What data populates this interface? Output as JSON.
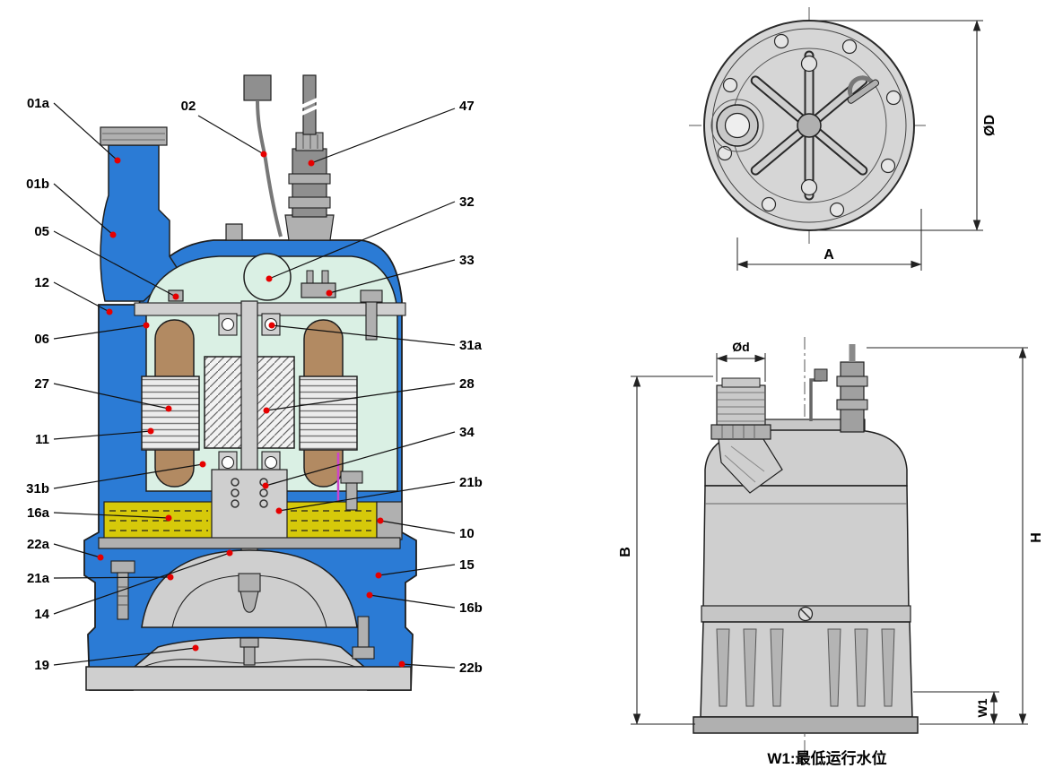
{
  "callouts": {
    "left": [
      "01a",
      "01b",
      "05",
      "12",
      "06",
      "27",
      "11",
      "31b",
      "16a",
      "22a",
      "21a",
      "14",
      "19"
    ],
    "top": [
      "02",
      "47"
    ],
    "right": [
      "32",
      "33",
      "31a",
      "28",
      "34",
      "21b",
      "10",
      "15",
      "16b",
      "22b"
    ]
  },
  "dims": {
    "od": "ØD",
    "a": "A",
    "d": "Ød",
    "b": "B",
    "h": "H",
    "w1": "W1"
  },
  "note": "W1:最低运行水位",
  "colors": {
    "blue": "#2b7bd5",
    "mint": "#daf0e4",
    "brown": "#b28a62",
    "yellow": "#d6c90a",
    "red": "#e60000",
    "gray_light": "#cfcfcf",
    "gray_mid": "#b0b0b0",
    "gray_dark": "#8f8f8f"
  }
}
